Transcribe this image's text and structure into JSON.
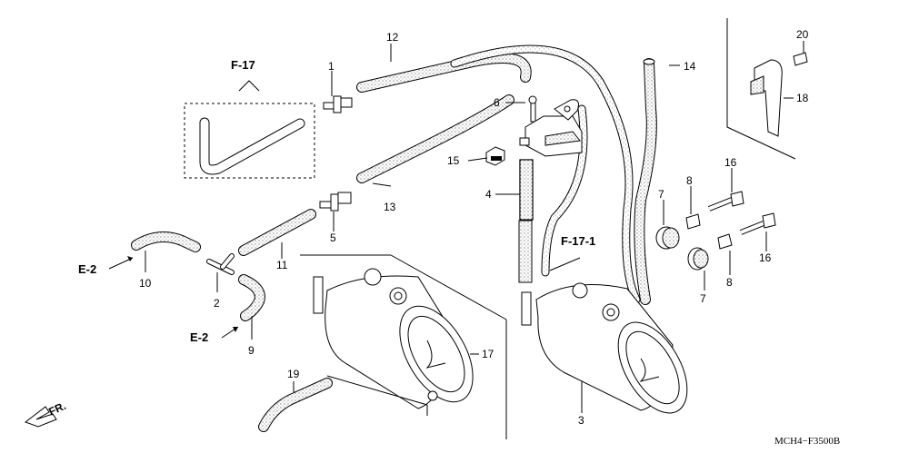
{
  "parts": {
    "p1": "1",
    "p2": "2",
    "p3": "3",
    "p4": "4",
    "p5": "5",
    "p6": "6",
    "p7a": "7",
    "p7b": "7",
    "p8a": "8",
    "p8b": "8",
    "p9": "9",
    "p10": "10",
    "p11": "11",
    "p12": "12",
    "p13": "13",
    "p14": "14",
    "p15": "15",
    "p16a": "16",
    "p16b": "16",
    "p17": "17",
    "p18": "18",
    "p19": "19",
    "p20": "20"
  },
  "refs": {
    "f17": "F-17",
    "f171": "F-17-1",
    "e2a": "E-2",
    "e2b": "E-2",
    "fr": "FR."
  },
  "drawing_code": "MCH4−F3500B"
}
